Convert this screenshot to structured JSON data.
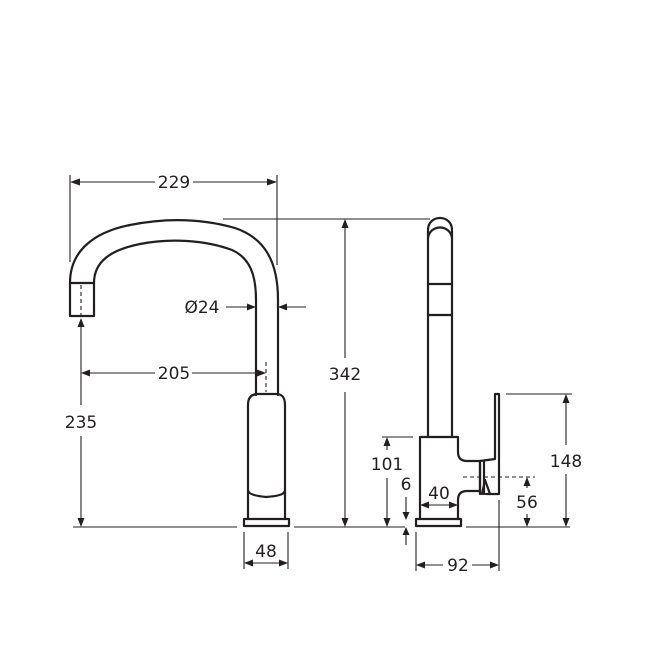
{
  "drawing": {
    "subject": "Kitchen mixer tap technical drawing",
    "views": [
      "front-view",
      "side-view"
    ],
    "line_color": "#231f20",
    "background_color": "#ffffff"
  },
  "front_view": {
    "dimensions": {
      "spout_overall_reach": "229",
      "spout_diameter": "Ø24",
      "spout_reach_to_centre": "205",
      "spout_outlet_height": "235",
      "base_diameter": "48"
    }
  },
  "side_view": {
    "dimensions": {
      "overall_height": "342",
      "body_height": "101",
      "base_plate_thickness": "6",
      "body_width": "40",
      "lever_height": "148",
      "lever_pivot_height": "56",
      "overall_depth": "92"
    }
  }
}
